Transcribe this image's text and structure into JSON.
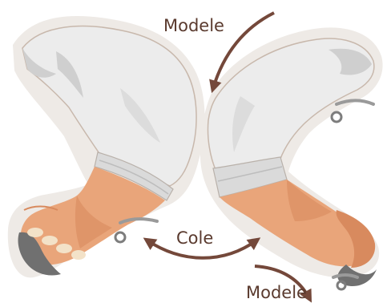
{
  "labels": {
    "top": "Modele",
    "middle": "Cole",
    "bottom": "Modele"
  },
  "colors": {
    "label_text": "#5a3a2e",
    "arrow": "#74483a",
    "sleeve": "#ececec",
    "sleeve_shadow": "#cfcfcf",
    "outline_halo": "#eeeae6",
    "skin": "#e9a57a",
    "skin_dark": "#d88a5e",
    "cutter_metal": "#9a9a9a"
  },
  "icons": [
    "left-arm-illustration",
    "right-arm-illustration",
    "scissors-icon",
    "curved-arrow-icon",
    "double-arrow-icon"
  ]
}
